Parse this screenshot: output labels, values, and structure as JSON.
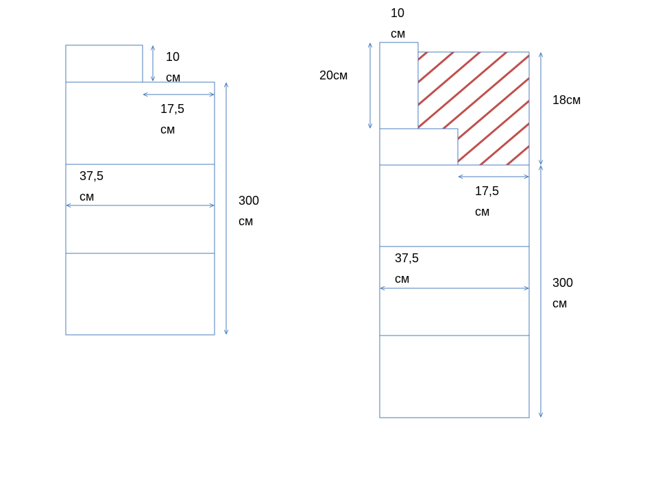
{
  "colors": {
    "line": "#4a7ebb",
    "hatch": "#c0504d",
    "text": "#000000"
  },
  "left_figure": {
    "top_height": {
      "value": "10",
      "unit": "см"
    },
    "step_width": {
      "value": "17,5",
      "unit": "см"
    },
    "width": {
      "value": "37,5",
      "unit": "см"
    },
    "height": {
      "value": "300",
      "unit": "см"
    }
  },
  "right_figure": {
    "top_width": {
      "value": "10",
      "unit": "см"
    },
    "left_height": "20см",
    "hatched_height": "18см",
    "step_width": {
      "value": "17,5",
      "unit": "см"
    },
    "width": {
      "value": "37,5",
      "unit": "см"
    },
    "height": {
      "value": "300",
      "unit": "см"
    }
  }
}
